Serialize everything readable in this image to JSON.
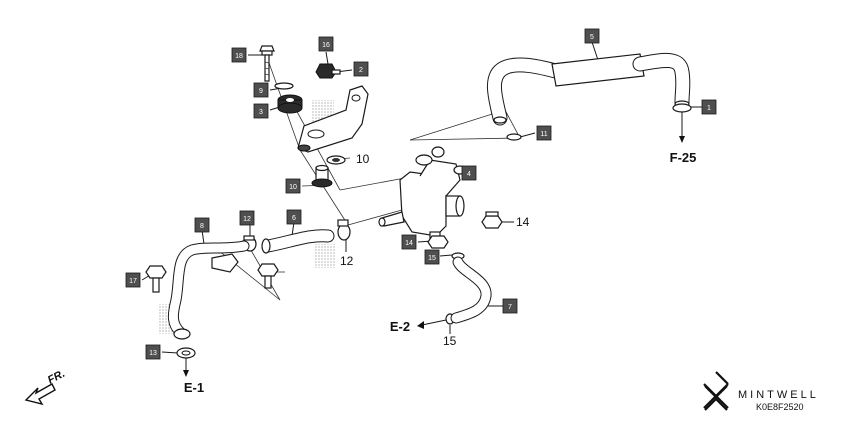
{
  "callouts": [
    {
      "number": "1",
      "style": "box"
    },
    {
      "number": "2",
      "style": "box"
    },
    {
      "number": "3",
      "style": "box"
    },
    {
      "number": "4",
      "style": "box"
    },
    {
      "number": "5",
      "style": "box"
    },
    {
      "number": "6",
      "style": "box"
    },
    {
      "number": "7",
      "style": "box"
    },
    {
      "number": "8",
      "style": "box"
    },
    {
      "number": "9",
      "style": "box"
    },
    {
      "number": "10",
      "style": "box"
    },
    {
      "number": "10",
      "style": "plain"
    },
    {
      "number": "11",
      "style": "box"
    },
    {
      "number": "12",
      "style": "box"
    },
    {
      "number": "12",
      "style": "plain"
    },
    {
      "number": "13",
      "style": "box"
    },
    {
      "number": "14",
      "style": "box"
    },
    {
      "number": "14",
      "style": "plain"
    },
    {
      "number": "15",
      "style": "box"
    },
    {
      "number": "15",
      "style": "plain"
    },
    {
      "number": "16",
      "style": "box"
    },
    {
      "number": "17",
      "style": "box"
    },
    {
      "number": "18",
      "style": "box"
    }
  ],
  "references": {
    "f25": "F-25",
    "e2": "E-2",
    "e1": "E-1"
  },
  "direction": {
    "label": "FR."
  },
  "brand": {
    "name": "MINTWELL",
    "diagram_code": "K0E8F2520"
  },
  "colors": {
    "callout_box": "#4f4f4f",
    "line": "#1a1a1a",
    "background": "#ffffff"
  }
}
